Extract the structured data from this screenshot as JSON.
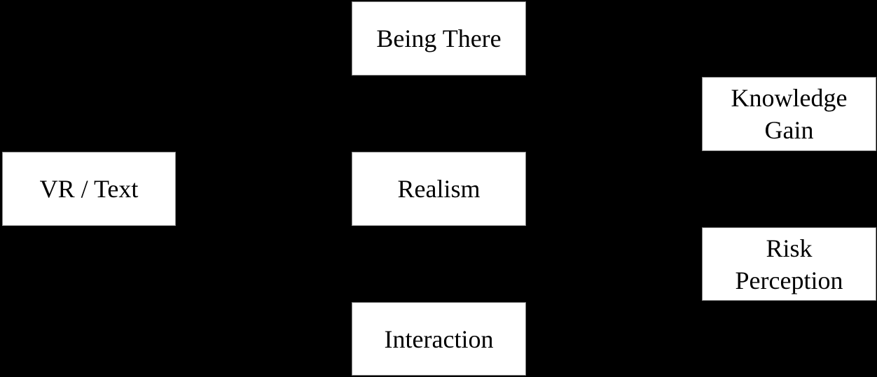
{
  "diagram": {
    "background": "#000000",
    "box_fill": "#ffffff",
    "nodes": [
      {
        "id": "vr-text",
        "label": "VR / Text"
      },
      {
        "id": "being-there",
        "label": "Being There"
      },
      {
        "id": "realism",
        "label": "Realism"
      },
      {
        "id": "interaction",
        "label": "Interaction"
      },
      {
        "id": "knowledge-gain",
        "label": "Knowledge\nGain"
      },
      {
        "id": "risk-perception",
        "label": "Risk\nPerception"
      }
    ]
  }
}
